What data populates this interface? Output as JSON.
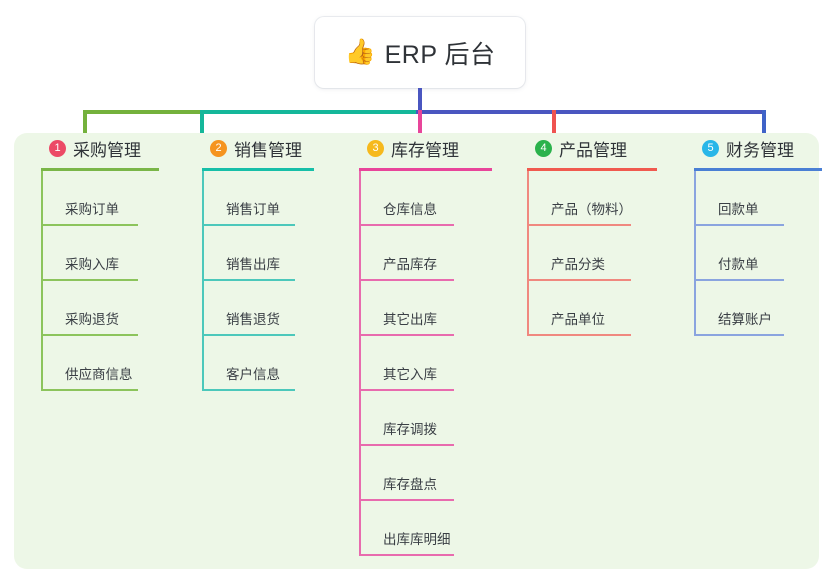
{
  "title": {
    "emoji": "👍",
    "emoji_name": "thumbs-up-icon",
    "text": "ERP 后台"
  },
  "colors": {
    "panel_bg": "#edf7e7",
    "page_bg": "#ffffff",
    "stem": "#4a56c0",
    "text": "#2f3338"
  },
  "columns": [
    {
      "index": "1",
      "label": "采购管理",
      "badge_color": "#ec4a66",
      "rule_color": "#7ab648",
      "line_color": "#8cc45c",
      "items": [
        "采购订单",
        "采购入库",
        "采购退货",
        "供应商信息"
      ]
    },
    {
      "index": "2",
      "label": "销售管理",
      "badge_color": "#f5941f",
      "rule_color": "#17bfa8",
      "line_color": "#4cc8bb",
      "items": [
        "销售订单",
        "销售出库",
        "销售退货",
        "客户信息"
      ]
    },
    {
      "index": "3",
      "label": "库存管理",
      "badge_color": "#f6b91d",
      "rule_color": "#e8459a",
      "line_color": "#e86bae",
      "items": [
        "仓库信息",
        "产品库存",
        "其它出库",
        "其它入库",
        "库存调拨",
        "库存盘点",
        "出库库明细"
      ]
    },
    {
      "index": "4",
      "label": "产品管理",
      "badge_color": "#2bb24c",
      "rule_color": "#f05a4f",
      "line_color": "#f0887f",
      "items": [
        "产品（物料）",
        "产品分类",
        "产品单位"
      ]
    },
    {
      "index": "5",
      "label": "财务管理",
      "badge_color": "#29b6e8",
      "rule_color": "#4a7fd4",
      "line_color": "#8aa4df",
      "items": [
        "回款单",
        "付款单",
        "结算账户"
      ]
    }
  ]
}
